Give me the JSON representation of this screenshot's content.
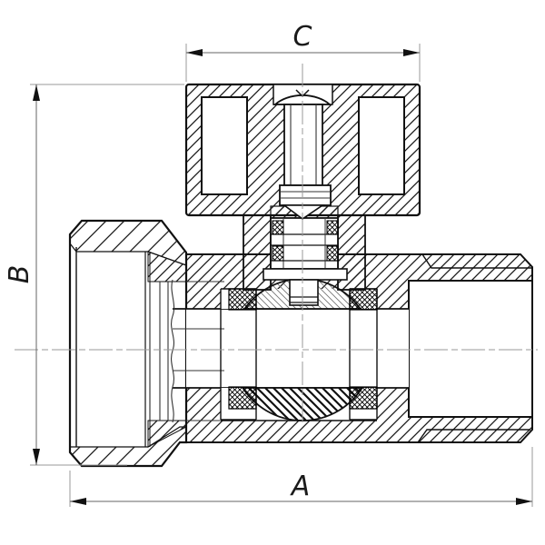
{
  "drawing": {
    "type": "technical-drawing",
    "subject": "Ball valve cross-section with dimension callouts",
    "dimension_labels": {
      "overall_length": "A",
      "overall_height": "B",
      "handle_width": "C"
    },
    "colors": {
      "background": "#ffffff",
      "line": "#111111",
      "dimension_line": "#666666",
      "extension_line": "#999999",
      "centerline": "#9a9a9a"
    }
  }
}
